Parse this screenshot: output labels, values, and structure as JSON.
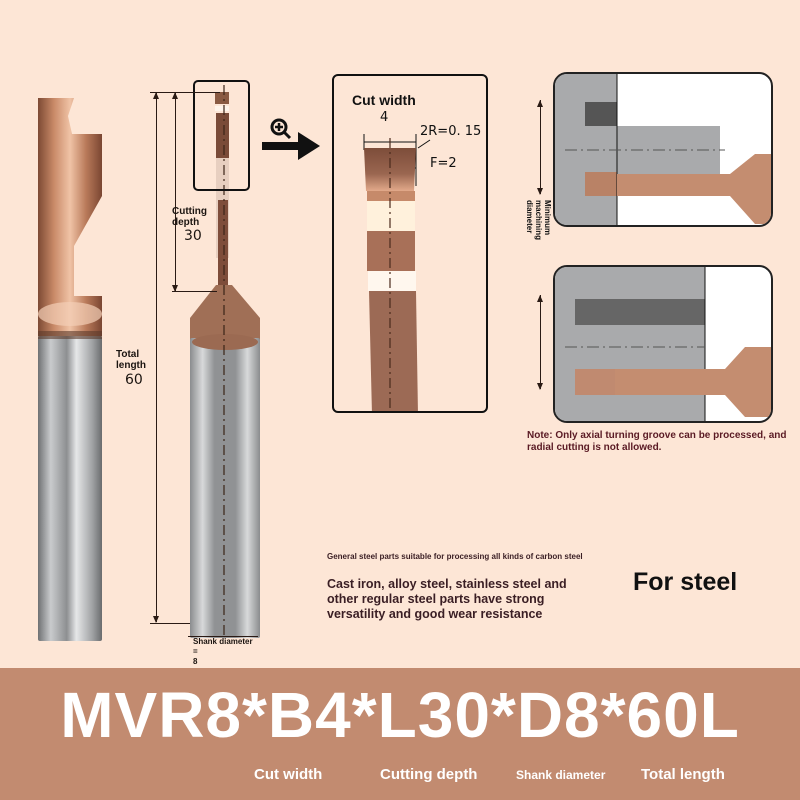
{
  "product": {
    "model_code": "MVR8*B4*L30*D8*60L",
    "material_badge": "For steel"
  },
  "dimensions": {
    "cutting_depth": {
      "label": "Cutting depth",
      "value": "30"
    },
    "total_length": {
      "label": "Total length",
      "value": "60"
    },
    "shank_diameter": {
      "label": "Shank diameter =",
      "value": "8"
    }
  },
  "detail_view": {
    "title": "Cut width",
    "cut_width_value": "4",
    "corner_radius": "2R=0. 15",
    "flat": "F=2",
    "zoom_icon": "zoom-in-icon",
    "arrow_icon": "arrow-right-icon"
  },
  "schematic": {
    "min_diameter_label": "Minimum machining diameter",
    "note": "Note: Only axial turning groove can be processed, and radial cutting is not allowed."
  },
  "description": {
    "small": "General steel parts suitable for processing all kinds of carbon steel",
    "large": "Cast iron, alloy steel, stainless steel and other regular steel parts have strong versatility and good wear resistance"
  },
  "banner": {
    "legend": [
      {
        "label": "Cut width"
      },
      {
        "label": "Cutting depth"
      },
      {
        "label": "Shank diameter"
      },
      {
        "label": "Total length"
      }
    ]
  },
  "colors": {
    "background": "#fde6d6",
    "banner": "#c28b70",
    "coating": "#b07a5c",
    "shank": "#a7a9ab",
    "note_text": "#5a1a24"
  }
}
